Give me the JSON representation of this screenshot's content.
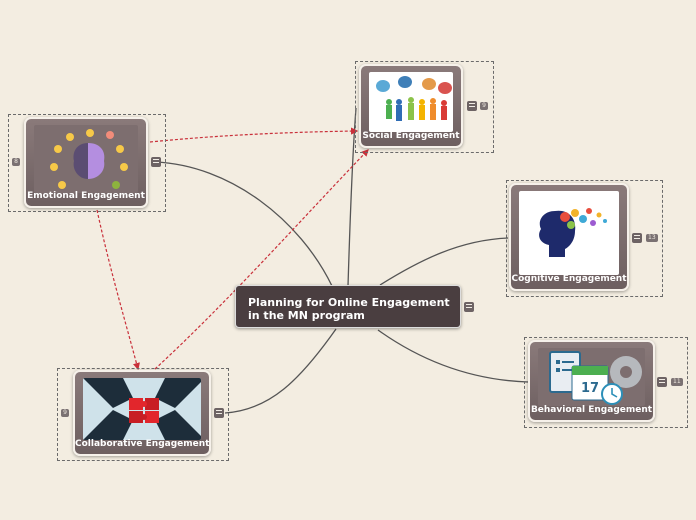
{
  "central": {
    "line1": "Planning for Online Engagement",
    "line2": "in the MN program"
  },
  "topics": {
    "social": {
      "label": "Social Engagement",
      "count": "9"
    },
    "emotional": {
      "label": "Emotional Engagement",
      "count": "8"
    },
    "cognitive": {
      "label": "Cognitive Engagement",
      "count": "13"
    },
    "behavioral": {
      "label": "Behavioral Engagement",
      "count": "11",
      "calendar_day": "17"
    },
    "collaborative": {
      "label": "Collaborative Engagement",
      "count": "9"
    }
  },
  "colors": {
    "background": "#f3ede1",
    "topic_fill": "#7d6e6f",
    "central_fill": "#4a3e40",
    "connector": "#555555",
    "relationship": "#c9303a"
  }
}
